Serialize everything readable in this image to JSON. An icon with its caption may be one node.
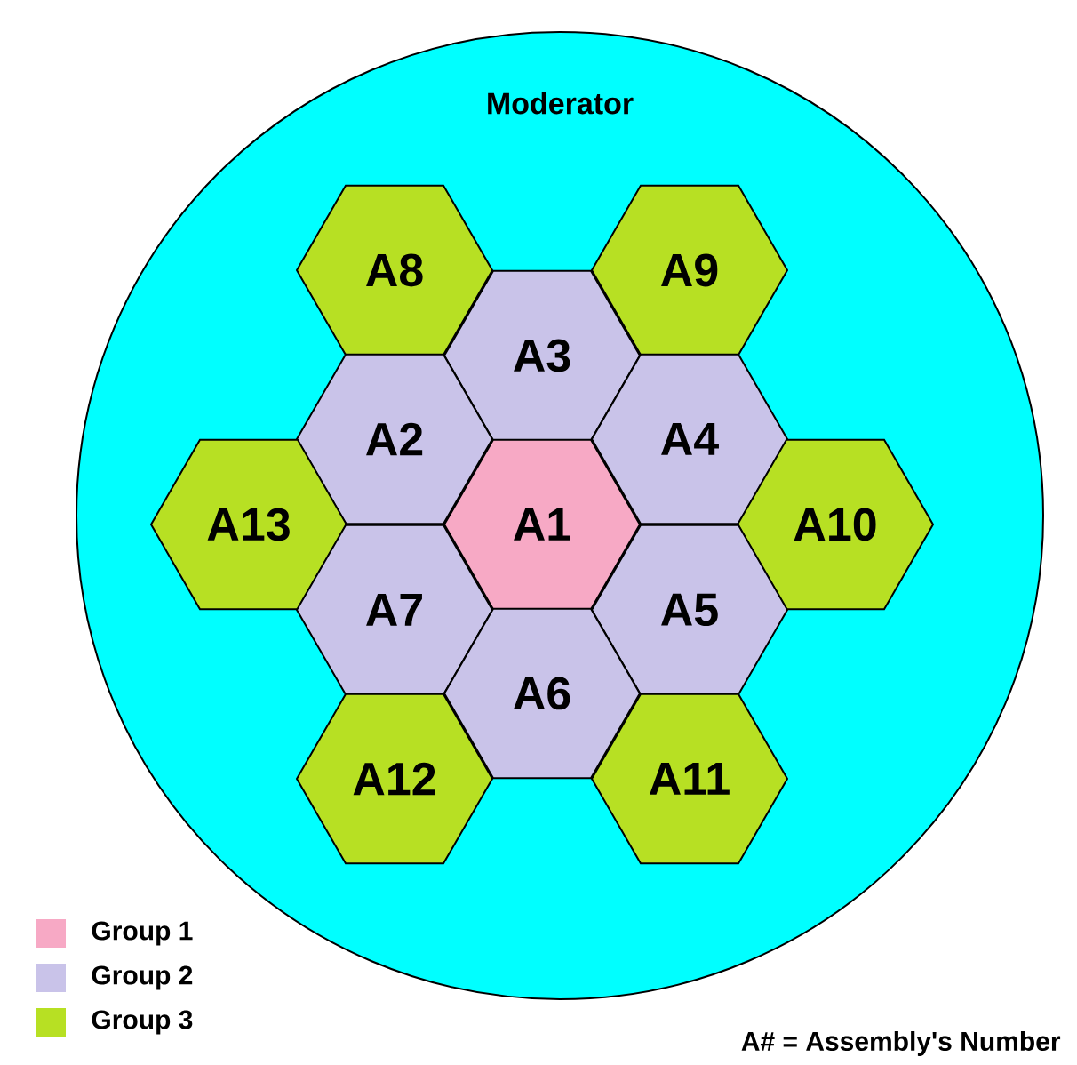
{
  "diagram": {
    "nodes": [
      {
        "text": [
          "Moderator"
        ]
      },
      {
        "text": [
          "A8"
        ],
        "in": 0
      },
      {
        "text": [
          "A9"
        ],
        "in": 0
      },
      {
        "text": [
          "A3"
        ],
        "in": 0
      },
      {
        "text": [
          "A2"
        ],
        "in": 0
      },
      {
        "text": [
          "A4"
        ],
        "in": 0
      },
      {
        "text": [
          "A13"
        ],
        "in": 0
      },
      {
        "text": [
          "A1"
        ],
        "in": 0
      },
      {
        "text": [
          "A10"
        ],
        "in": 0
      },
      {
        "text": [
          "A7"
        ],
        "in": 0
      },
      {
        "text": [
          "A5"
        ],
        "in": 0
      },
      {
        "text": [
          "A6"
        ],
        "in": 0
      },
      {
        "text": [
          "A12"
        ],
        "in": 0
      },
      {
        "text": [
          "A11"
        ],
        "in": 0
      }
    ],
    "edges": [],
    "labels": [
      "A# = Assembly's Number"
    ],
    "legend": [
      {
        "text": "Group  1",
        "color": "#f7a9c5"
      },
      {
        "text": "Group  2",
        "color": "#c9c3e9"
      },
      {
        "text": "Group  3",
        "color": "#b7e023"
      }
    ]
  }
}
